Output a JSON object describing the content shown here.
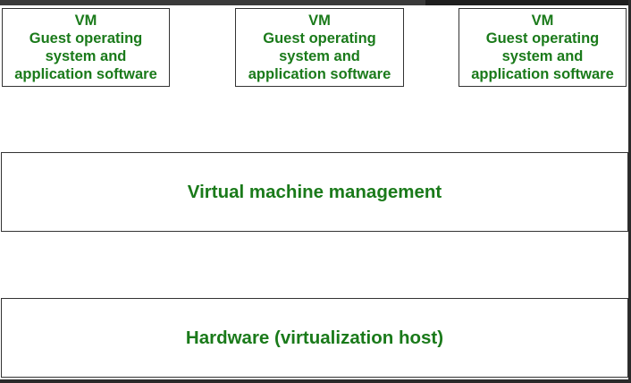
{
  "colors": {
    "text": "#1a7a1a",
    "border": "#333333",
    "background": "#ffffff"
  },
  "vms": [
    {
      "title": "VM",
      "line1": "Guest operating",
      "line2": "system and",
      "line3": "application software"
    },
    {
      "title": "VM",
      "line1": "Guest operating",
      "line2": "system and",
      "line3": "application software"
    },
    {
      "title": "VM",
      "line1": "Guest operating",
      "line2": "system and",
      "line3": "application software"
    }
  ],
  "management": {
    "label": "Virtual machine management"
  },
  "hardware": {
    "label": "Hardware (virtualization host)"
  }
}
